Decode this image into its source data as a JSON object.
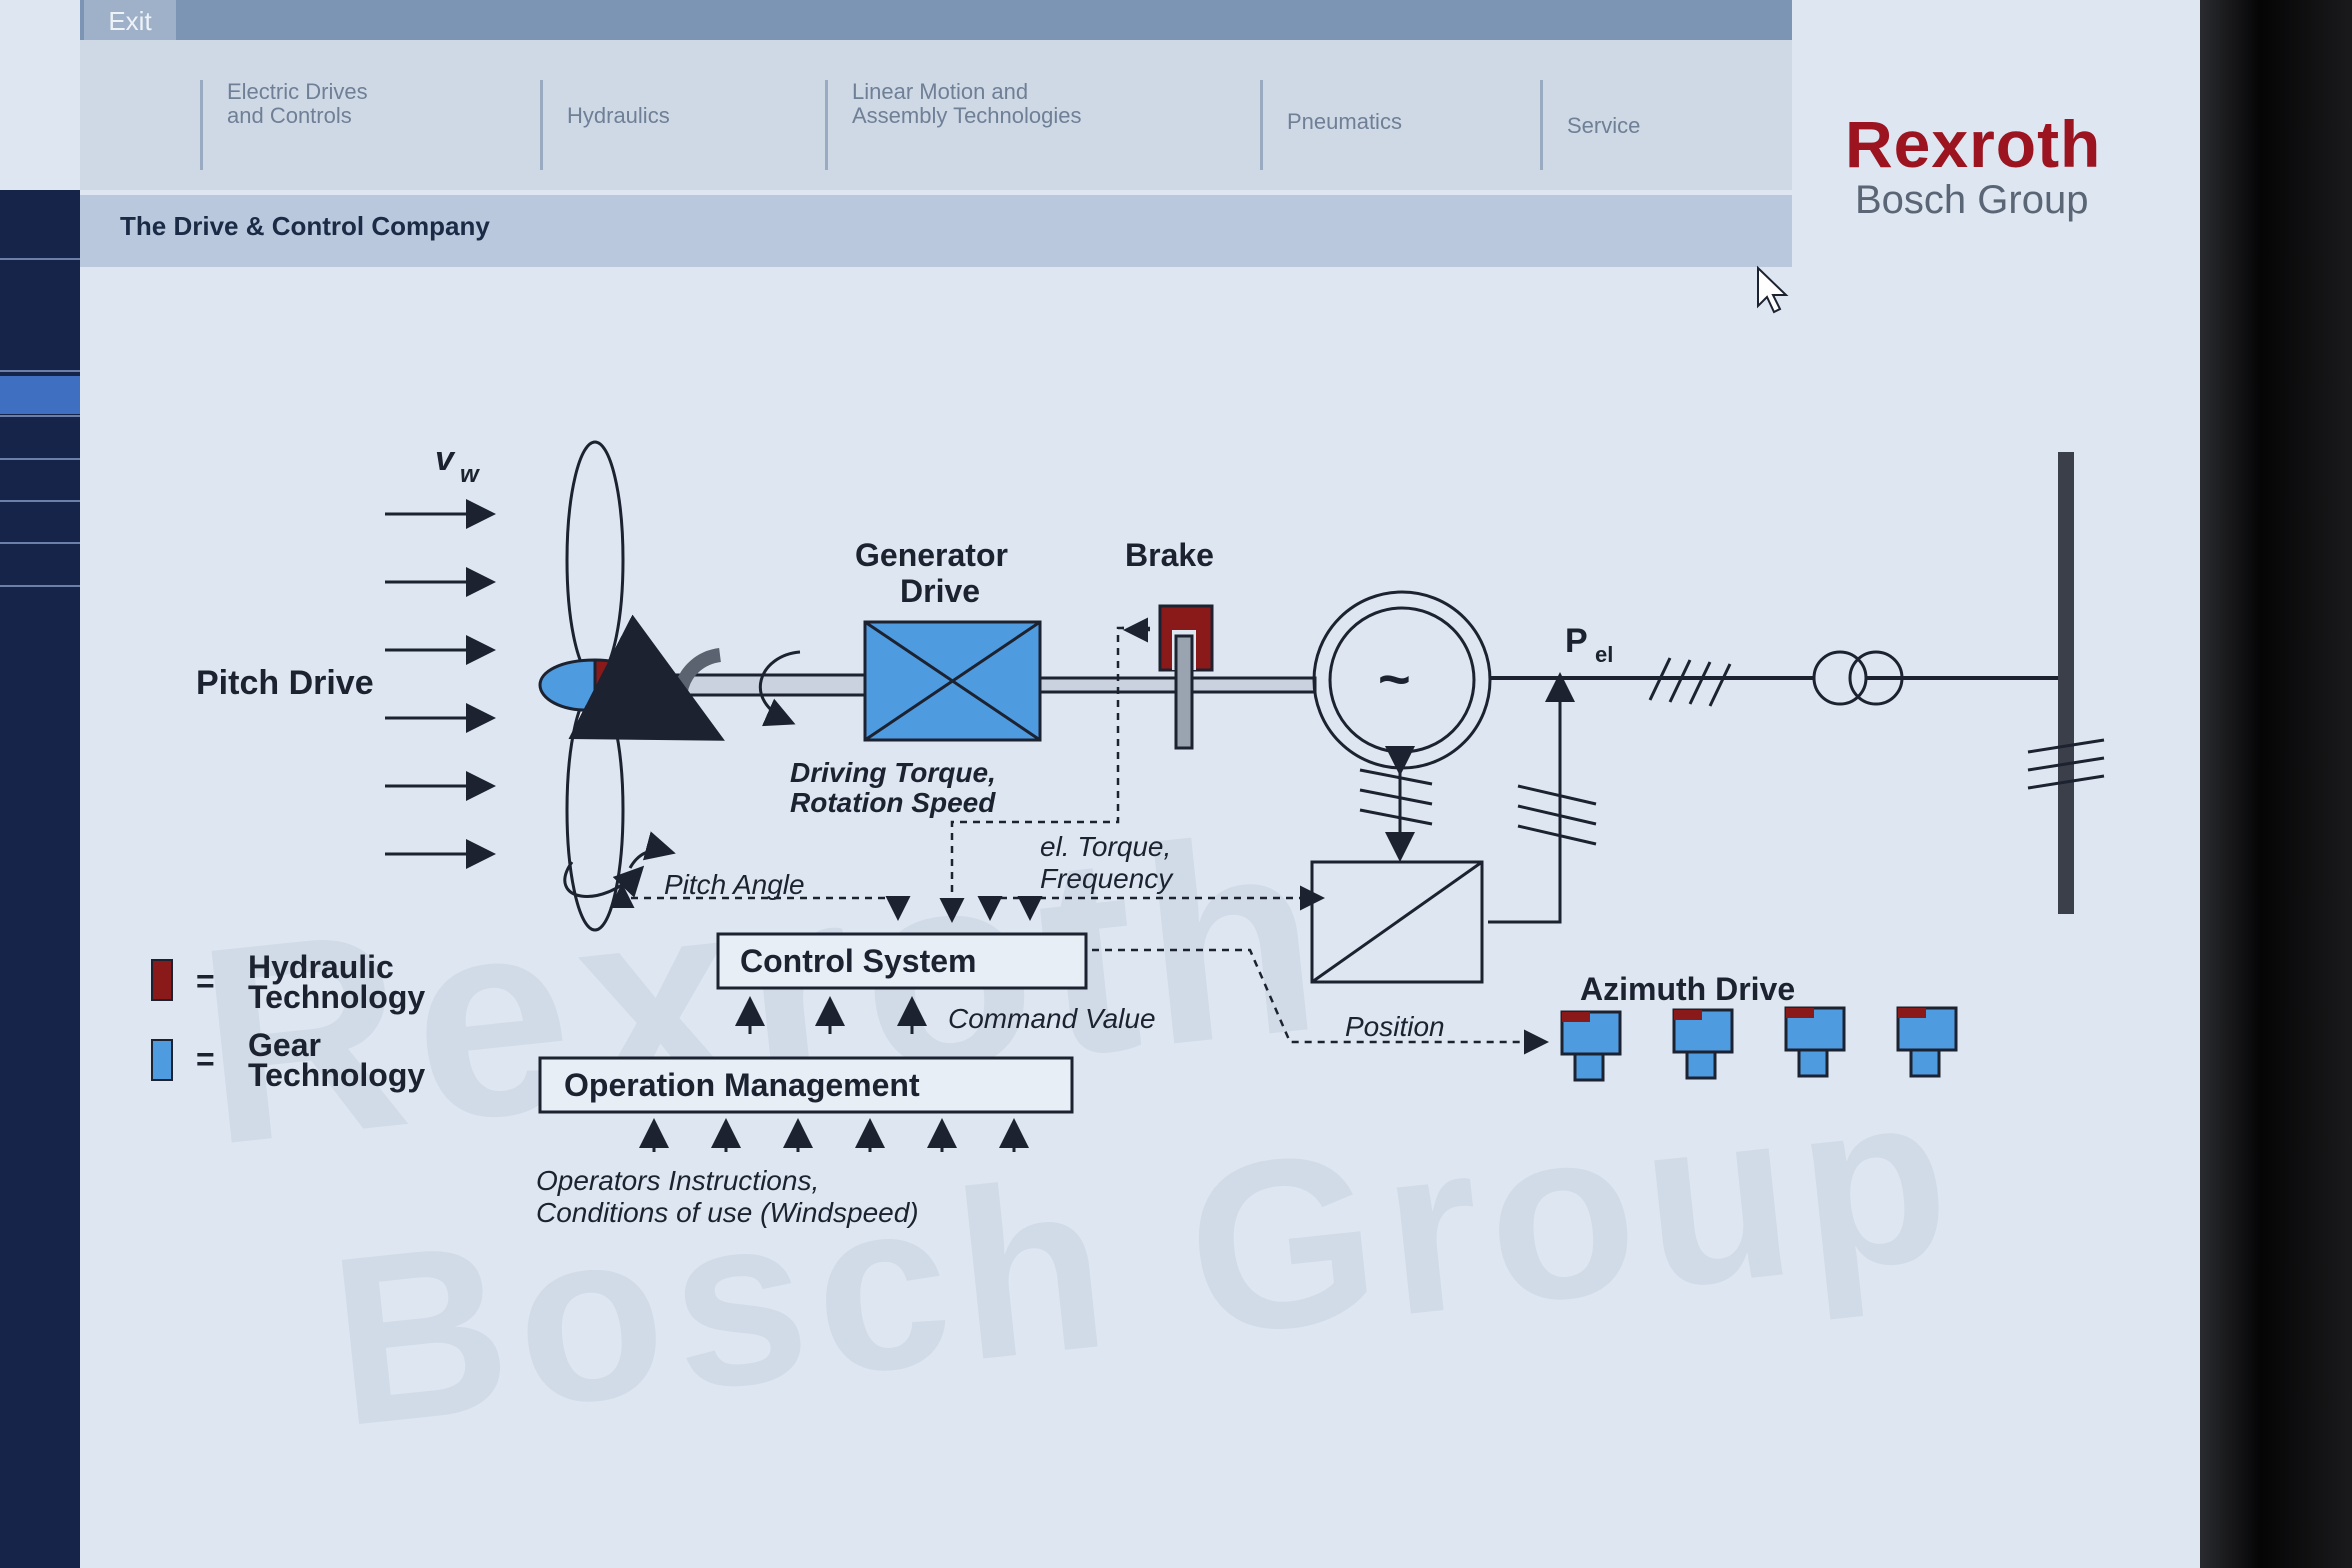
{
  "app": {
    "exit_label": "Exit",
    "company_tagline": "The Drive & Control Company"
  },
  "nav": {
    "items": [
      {
        "line1": "Electric Drives",
        "line2": "and Controls"
      },
      {
        "line1": "",
        "line2": "Hydraulics"
      },
      {
        "line1": "Linear Motion and",
        "line2": "Assembly Technologies"
      },
      {
        "line1": "",
        "line2": "Pneumatics"
      },
      {
        "line1": "",
        "line2": "Service"
      }
    ]
  },
  "logo": {
    "brand": "Rexroth",
    "group": "Bosch Group"
  },
  "watermark": {
    "line1": "Rexroth",
    "line2": "Bosch Group"
  },
  "diagram": {
    "wind_speed": "v",
    "wind_speed_sub": "w",
    "pitch_drive": "Pitch Drive",
    "generator_drive_1": "Generator",
    "generator_drive_2": "Drive",
    "brake": "Brake",
    "power_p": "P",
    "power_sub": "el",
    "driving_torque_1": "Driving Torque,",
    "driving_torque_2": "Rotation Speed",
    "el_torque_1": "el. Torque,",
    "el_torque_2": "Frequency",
    "pitch_angle": "Pitch Angle",
    "control_system": "Control System",
    "command_value": "Command Value",
    "position": "Position",
    "azimuth_drive": "Azimuth Drive",
    "operation_management": "Operation Management",
    "operators_1": "Operators Instructions,",
    "operators_2": "Conditions of use (Windspeed)",
    "generator_symbol": "~"
  },
  "legend": {
    "eq": "=",
    "hydraulic_1": "Hydraulic",
    "hydraulic_2": "Technology",
    "gear_1": "Gear",
    "gear_2": "Technology"
  },
  "colors": {
    "hydraulic": "#8a1a1a",
    "gear": "#4f9be0",
    "brand": "#9b1420"
  }
}
